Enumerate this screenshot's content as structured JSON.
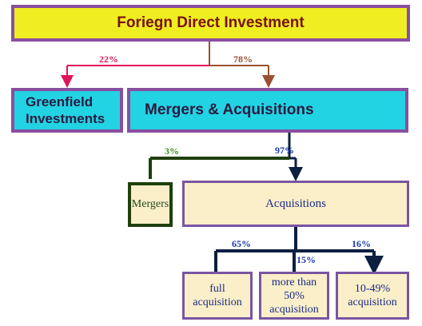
{
  "title": "Foriegn Direct Investment",
  "greenfield": {
    "label": "Greenfield Investments",
    "percent": "22%"
  },
  "mergers_acquisitions": {
    "label": "Mergers & Acquisitions",
    "percent": "78%"
  },
  "mergers": {
    "label": "Mergers",
    "percent": "3%"
  },
  "acquisitions": {
    "label": "Acquisitions",
    "percent": "97%"
  },
  "acquisition_types": [
    {
      "label": "full acquisition",
      "percent": "65%"
    },
    {
      "label": "more than 50% acquisition",
      "percent": "15%"
    },
    {
      "label": "10-49% acquisition",
      "percent": "16%"
    }
  ],
  "colors": {
    "box_border": "#8a4fa0",
    "title_fill": "#eeee22",
    "level2_fill": "#22d3e3",
    "level3_fill": "#fbefc9",
    "greenfield_connector": "#e0145a",
    "ma_connector": "#9a5030",
    "mergers_connector": "#1f3f0c",
    "acquisitions_connector": "#0b1f40"
  }
}
